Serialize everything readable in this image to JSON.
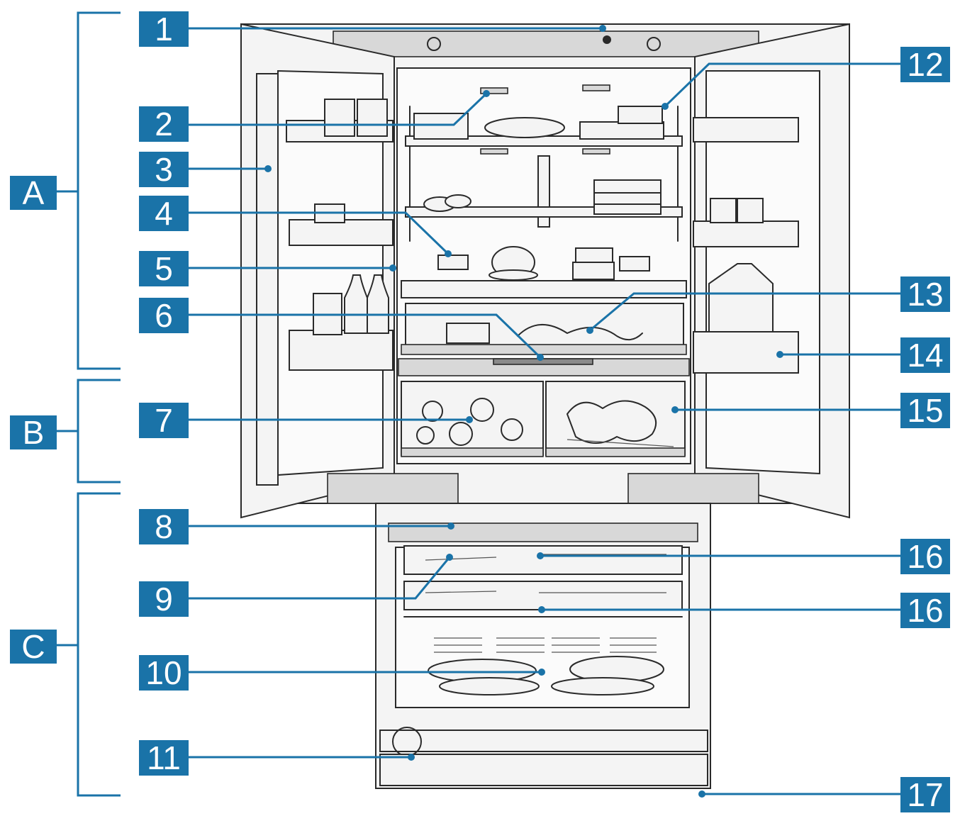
{
  "colors": {
    "callout": "#1a73a8",
    "leader": "#1a73a8",
    "label_text": "#ffffff",
    "line_art": "#2a2a2a"
  },
  "sections": [
    {
      "label": "A"
    },
    {
      "label": "B"
    },
    {
      "label": "C"
    }
  ],
  "callouts": [
    {
      "label": "1"
    },
    {
      "label": "2"
    },
    {
      "label": "3"
    },
    {
      "label": "4"
    },
    {
      "label": "5"
    },
    {
      "label": "6"
    },
    {
      "label": "7"
    },
    {
      "label": "8"
    },
    {
      "label": "9"
    },
    {
      "label": "10"
    },
    {
      "label": "11"
    },
    {
      "label": "12"
    },
    {
      "label": "13"
    },
    {
      "label": "14"
    },
    {
      "label": "15"
    },
    {
      "label": "16"
    },
    {
      "label": "16"
    },
    {
      "label": "17"
    }
  ]
}
